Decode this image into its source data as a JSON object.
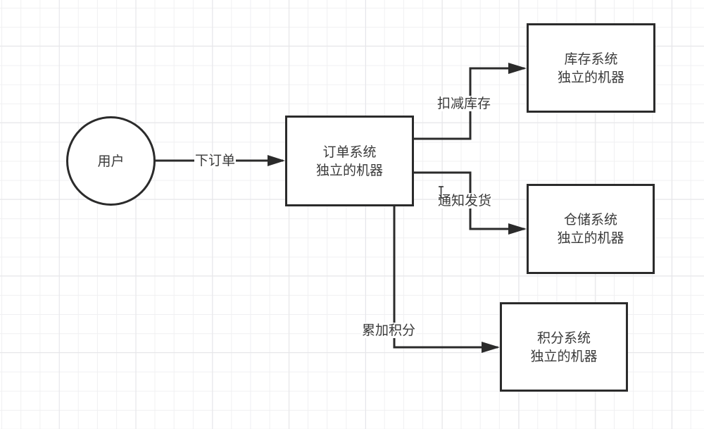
{
  "diagram": {
    "type": "flowchart",
    "nodes": [
      {
        "id": "user",
        "shape": "circle",
        "lines": [
          "用户"
        ]
      },
      {
        "id": "order",
        "shape": "rectangle",
        "lines": [
          "订单系统",
          "独立的机器"
        ]
      },
      {
        "id": "inventory",
        "shape": "rectangle",
        "lines": [
          "库存系统",
          "独立的机器"
        ]
      },
      {
        "id": "warehouse",
        "shape": "rectangle",
        "lines": [
          "仓储系统",
          "独立的机器"
        ]
      },
      {
        "id": "points",
        "shape": "rectangle",
        "lines": [
          "积分系统",
          "独立的机器"
        ]
      }
    ],
    "edges": [
      {
        "from": "user",
        "to": "order",
        "label": "下订单"
      },
      {
        "from": "order",
        "to": "inventory",
        "label": "扣减库存"
      },
      {
        "from": "order",
        "to": "warehouse",
        "label": "通知发货"
      },
      {
        "from": "order",
        "to": "points",
        "label": "累加积分"
      }
    ],
    "colors": {
      "stroke": "#2b2b2b",
      "text": "#3a3a3a",
      "grid": "#e6e6e9",
      "background": "#ffffff"
    }
  }
}
